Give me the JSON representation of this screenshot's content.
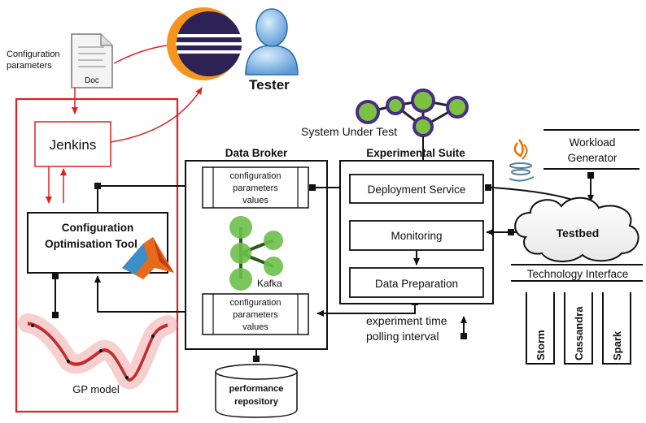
{
  "labels": {
    "config_params": [
      "Configuration",
      "parameters"
    ],
    "doc": "Doc",
    "tester": "Tester",
    "jenkins": "Jenkins",
    "tool": [
      "Configuration",
      "Optimisation Tool"
    ],
    "gp_model": "GP model",
    "data_broker": "Data Broker",
    "cfg_values": [
      "configuration",
      "parameters",
      "values"
    ],
    "kafka": "Kafka",
    "perf_repo": [
      "performance",
      "repository"
    ],
    "experimental_suite": "Experimental Suite",
    "system_under_test": "System Under Test",
    "deployment_service": "Deployment Service",
    "monitoring": "Monitoring",
    "data_preparation": "Data Preparation",
    "experiment_time": [
      "experiment time",
      "polling interval"
    ],
    "workload_generator": [
      "Workload",
      "Generator"
    ],
    "testbed": "Testbed",
    "technology_interface": "Technology Interface",
    "technologies": [
      "Storm",
      "Cassandra",
      "Spark"
    ]
  },
  "colors": {
    "red": "#e02020",
    "black": "#111111",
    "purple": "#4a2c86",
    "green": "#7cc242",
    "kafka_green": "#6cc04a",
    "kafka_orange": "#f0a020",
    "eclipse_orange": "#f7941e",
    "eclipse_navy": "#2c2255"
  }
}
